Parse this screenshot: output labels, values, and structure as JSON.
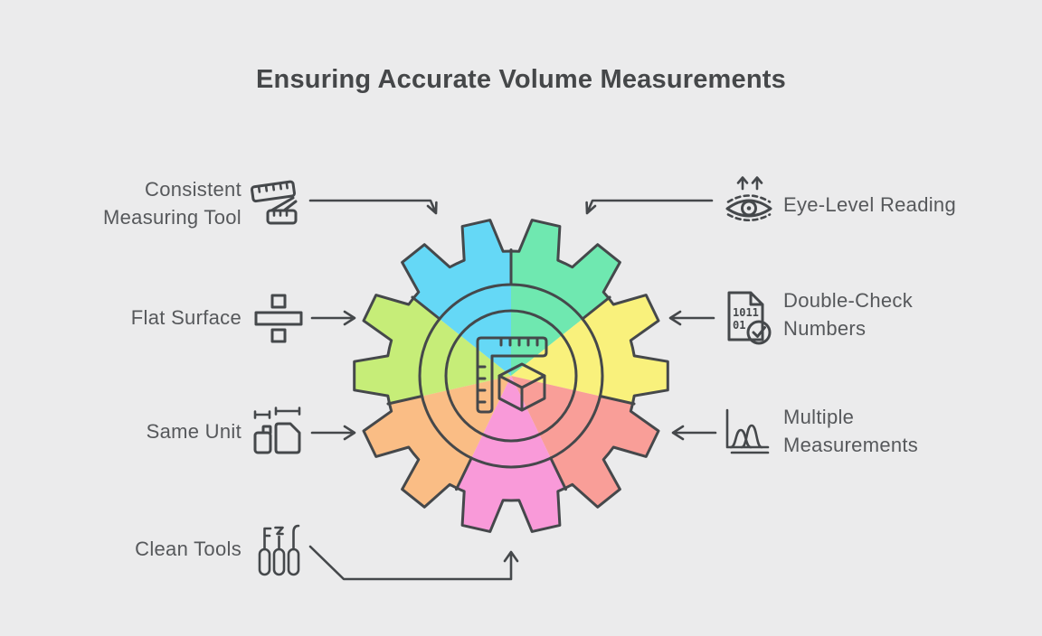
{
  "title": "Ensuring Accurate Volume Measurements",
  "colors": {
    "background": "#ebebec",
    "stroke": "#45484b",
    "label_text": "#56585b",
    "title_text": "#454749",
    "inner_ring": "#ebebec",
    "inner_circle": "#d3d3d4"
  },
  "gear": {
    "segments": [
      {
        "name": "gear-segment-eye-level",
        "color": "#6fe8b0"
      },
      {
        "name": "gear-segment-double-check",
        "color": "#f9f17c"
      },
      {
        "name": "gear-segment-multiple-measurements",
        "color": "#f99e98"
      },
      {
        "name": "gear-segment-clean-tools",
        "color": "#f99ad9"
      },
      {
        "name": "gear-segment-same-unit",
        "color": "#fabd85"
      },
      {
        "name": "gear-segment-flat-surface",
        "color": "#c6ed78"
      },
      {
        "name": "gear-segment-consistent-tool",
        "color": "#65d8f6"
      }
    ],
    "center_icon": "ruler-cube-icon"
  },
  "labels": {
    "left": [
      {
        "lines": [
          "Consistent",
          "Measuring Tool"
        ],
        "icon": "tape-measure-icon"
      },
      {
        "lines": [
          "Flat Surface"
        ],
        "icon": "flat-surface-icon"
      },
      {
        "lines": [
          "Same Unit"
        ],
        "icon": "same-unit-icon"
      },
      {
        "lines": [
          "Clean Tools"
        ],
        "icon": "clean-tools-icon"
      }
    ],
    "right": [
      {
        "lines": [
          "Eye-Level Reading"
        ],
        "icon": "eye-level-icon"
      },
      {
        "lines": [
          "Double-Check",
          "Numbers"
        ],
        "icon": "binary-doc-check-icon"
      },
      {
        "lines": [
          "Multiple",
          "Measurements"
        ],
        "icon": "bell-curves-icon"
      }
    ]
  },
  "icon_text": {
    "binary_line1": "1011",
    "binary_line2": "01"
  }
}
